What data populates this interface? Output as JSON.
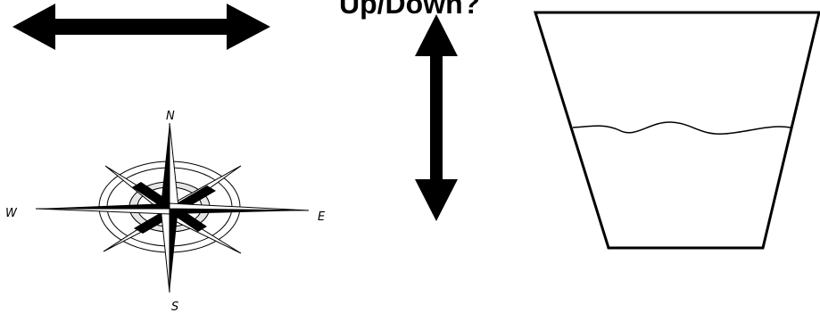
{
  "heading": "Up/Down?",
  "compass": {
    "north": "N",
    "south": "S",
    "east": "E",
    "west": "W"
  },
  "icons": {
    "horizontal_arrow": "double-headed-horizontal-arrow",
    "vertical_arrow": "double-headed-vertical-arrow",
    "compass": "compass-rose",
    "container": "bucket-with-water"
  },
  "colors": {
    "ink": "#000000",
    "background": "#ffffff"
  }
}
